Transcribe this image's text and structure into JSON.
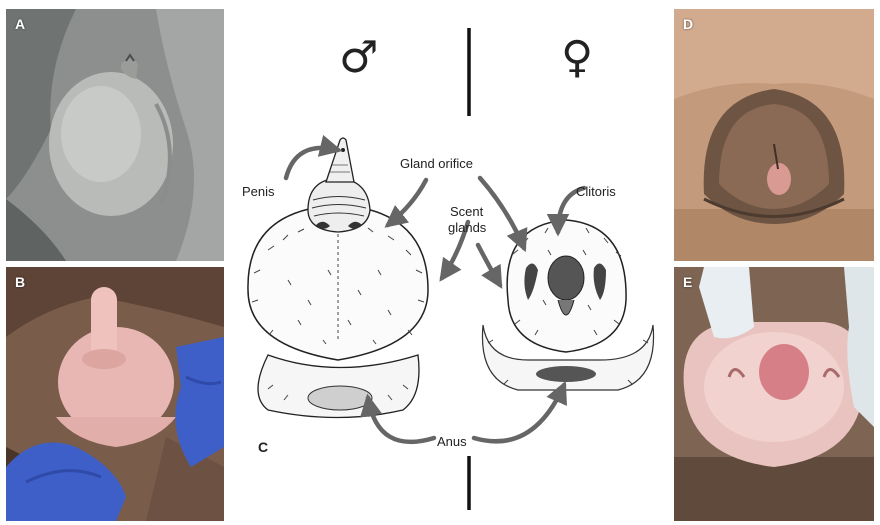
{
  "panels": {
    "a": {
      "label": "A"
    },
    "b": {
      "label": "B"
    },
    "c": {
      "label": "C"
    },
    "d": {
      "label": "D"
    },
    "e": {
      "label": "E"
    }
  },
  "diagram": {
    "male_symbol": "♂",
    "female_symbol": "♀",
    "labels": {
      "penis": "Penis",
      "gland_orifice": "Gland orifice",
      "clitoris": "Clitoris",
      "scent": "Scent",
      "glands": "glands",
      "anus": "Anus"
    }
  },
  "colors": {
    "arrow": "#666666",
    "ink": "#222222",
    "glove_blue": "#3f5fc8",
    "glove_white": "#e8eef2",
    "pink_skin": "#e9b7b3"
  }
}
